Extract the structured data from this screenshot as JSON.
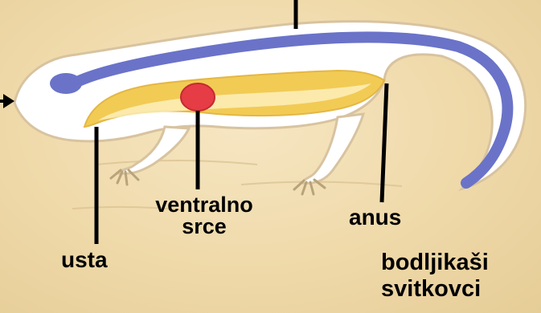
{
  "labels": {
    "ventral_heart_line1": "ventralno",
    "ventral_heart_line2": "srce",
    "anus": "anus",
    "mouth": "usta",
    "group_line1": "bodljikaši",
    "group_line2": "svitkovci"
  },
  "colors": {
    "background": "#f0dcae",
    "body": "#ffffff",
    "body_outline": "#d8c3a0",
    "nerve_cord": "#6a73c8",
    "gut": "#f2c94c",
    "heart": "#e53c45",
    "pointer_lines": "#000000"
  },
  "icons": {
    "arrow": "arrow-right-icon"
  }
}
